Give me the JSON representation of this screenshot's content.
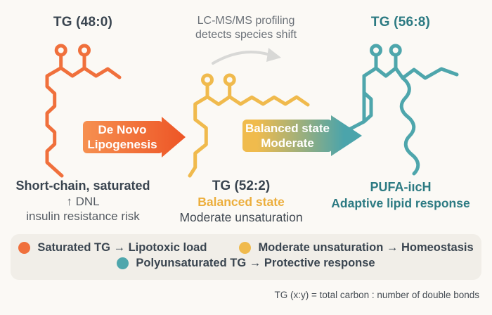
{
  "page": {
    "bg_color": "#FBF9F5",
    "legend_bg_color": "#F1EEE8"
  },
  "colors": {
    "saturated_orange": "#F0703C",
    "moderate_yellow": "#F0BA4D",
    "polyunsaturated_teal": "#4EA6AC",
    "teal_text": "#2C7A82",
    "dark_text": "#3A4550",
    "gray_text": "#6B7178",
    "balanced_state_yellow": "#ECAE3C",
    "dnl_arrow_gradient": [
      "#F69050",
      "#ED5526"
    ],
    "balance_arrow_gradient": [
      "#F0BB4D",
      "#4BA4AB"
    ],
    "curved_arrow_gray": "#D8D8D6"
  },
  "annotation": {
    "line1": "LC-MS/MS profiling",
    "line2": "detects species shift"
  },
  "stages": {
    "saturated": {
      "title": "TG (48:0)",
      "caption_title": "Short-chain, saturated",
      "caption_line2": "↑ DNL",
      "caption_line3": "insulin resistance risk"
    },
    "balanced": {
      "title": "TG (52:2)",
      "caption_state": "Balanced state",
      "caption_detail": "Moderate unsaturation"
    },
    "polyunsaturated": {
      "title": "TG (56:8)",
      "caption_title": "PUFA-iıcH",
      "caption_detail": "Adaptive lipid response"
    }
  },
  "arrows": {
    "dnl": {
      "line1": "De Novo",
      "line2": "Lipogenesis"
    },
    "balance": {
      "line1": "Balanced state",
      "line2": "Moderate"
    }
  },
  "legend": {
    "items": [
      {
        "dot_color": "#F0703C",
        "label": "Saturated TG → Lipotoxic load"
      },
      {
        "dot_color": "#F0BA4D",
        "label": "Moderate unsaturation → Homeostasis"
      },
      {
        "dot_color": "#4EA6AC",
        "label": "Polyunsaturated TG → Protective response"
      }
    ]
  },
  "footnote": "TG (x:y) = total carbon : number of double bonds"
}
